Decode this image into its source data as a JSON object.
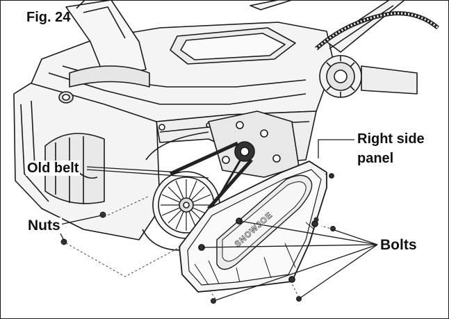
{
  "figure": {
    "label": "Fig. 24",
    "brand_text": "SNOWJOE"
  },
  "callouts": {
    "right_side_panel_line1": "Right side",
    "right_side_panel_line2": "panel",
    "old_belt": "Old belt",
    "nuts": "Nuts",
    "bolts": "Bolts"
  },
  "colors": {
    "line": "#1a1a1a",
    "fill_light": "#f2f2f2",
    "fill_mid": "#dcdcdc",
    "fill_dark": "#555555"
  }
}
